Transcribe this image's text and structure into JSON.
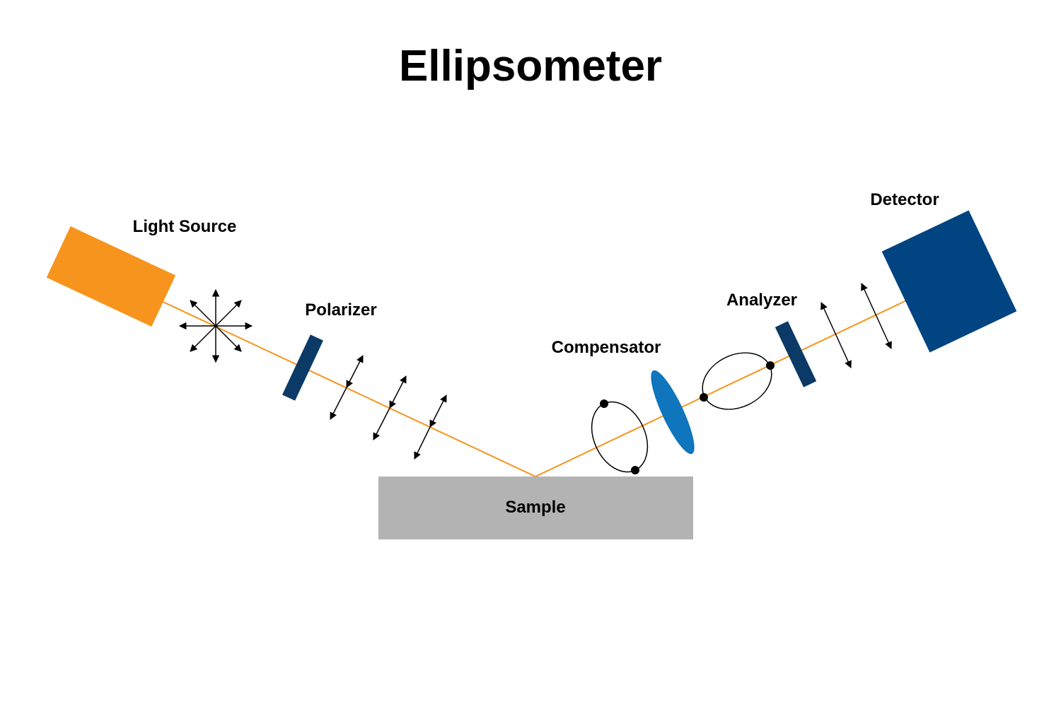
{
  "title": "Ellipsometer",
  "labels": {
    "light_source": "Light Source",
    "polarizer": "Polarizer",
    "compensator": "Compensator",
    "analyzer": "Analyzer",
    "detector": "Detector",
    "sample": "Sample"
  },
  "colors": {
    "light_source": "#F7941D",
    "beam": "#F7941D",
    "polarizer": "#0B3A66",
    "analyzer": "#0B3A66",
    "compensator": "#0F75BC",
    "detector": "#004481",
    "sample": "#B3B3B3",
    "ink": "#000000"
  }
}
